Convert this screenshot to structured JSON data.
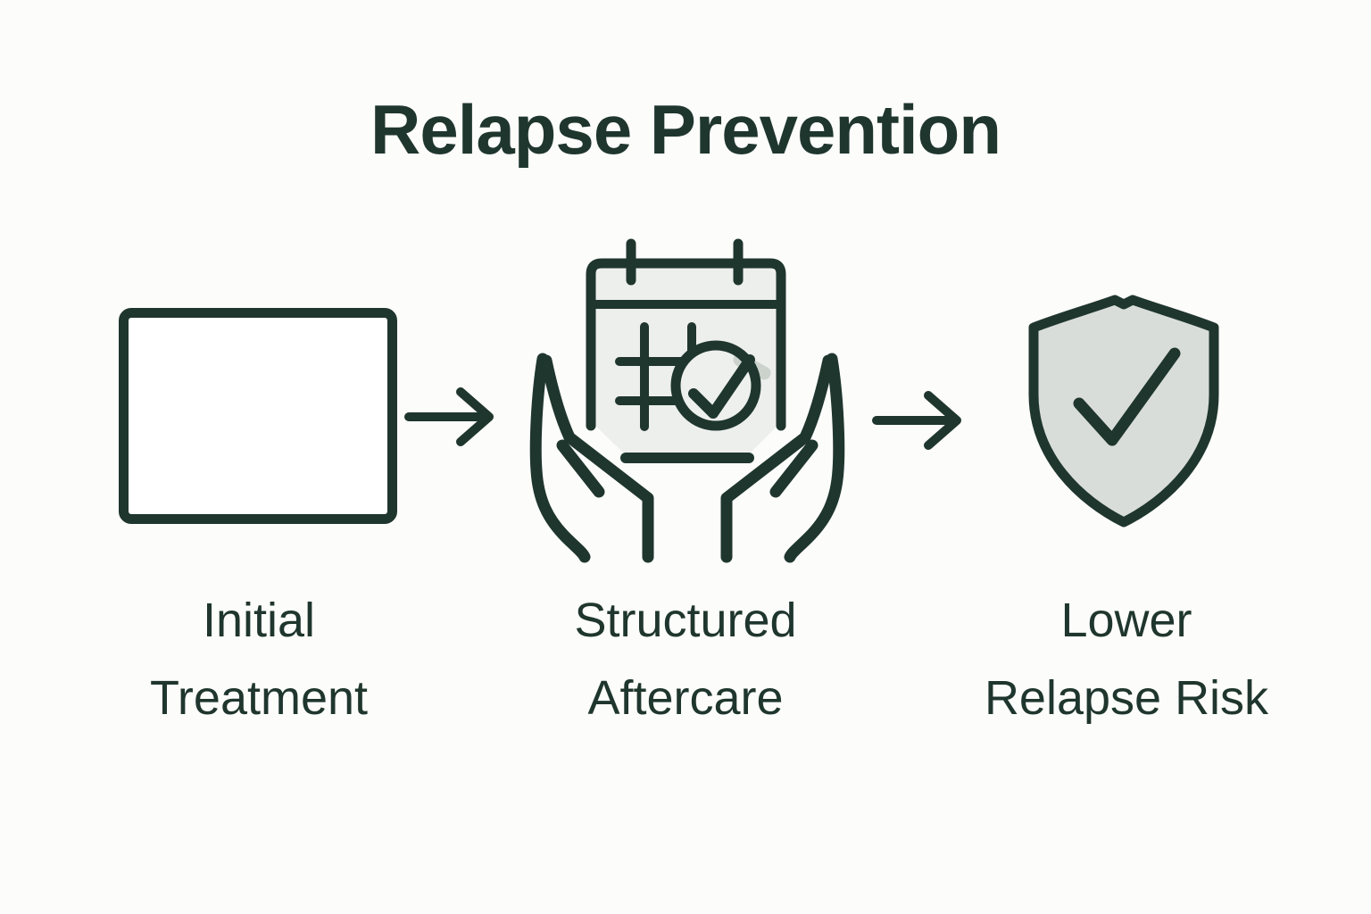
{
  "title": "Relapse Prevention",
  "steps": [
    {
      "label_line1": "Initial",
      "label_line2": "Treatment",
      "icon": "treatment-box-icon"
    },
    {
      "label_line1": "Structured",
      "label_line2": "Aftercare",
      "icon": "hands-holding-calendar-icon"
    },
    {
      "label_line1": "Lower",
      "label_line2": "Relapse Risk",
      "icon": "shield-check-icon"
    }
  ],
  "connectors": [
    {
      "name": "arrow-right-1"
    },
    {
      "name": "arrow-right-2"
    }
  ],
  "colors": {
    "ink": "#1f362e",
    "background": "#fcfcfb",
    "calendar_fill": "#edefec",
    "shield_fill": "#d9ddda",
    "swoosh_gray": "#ccd2cc",
    "box_fill": "#ffffff"
  }
}
